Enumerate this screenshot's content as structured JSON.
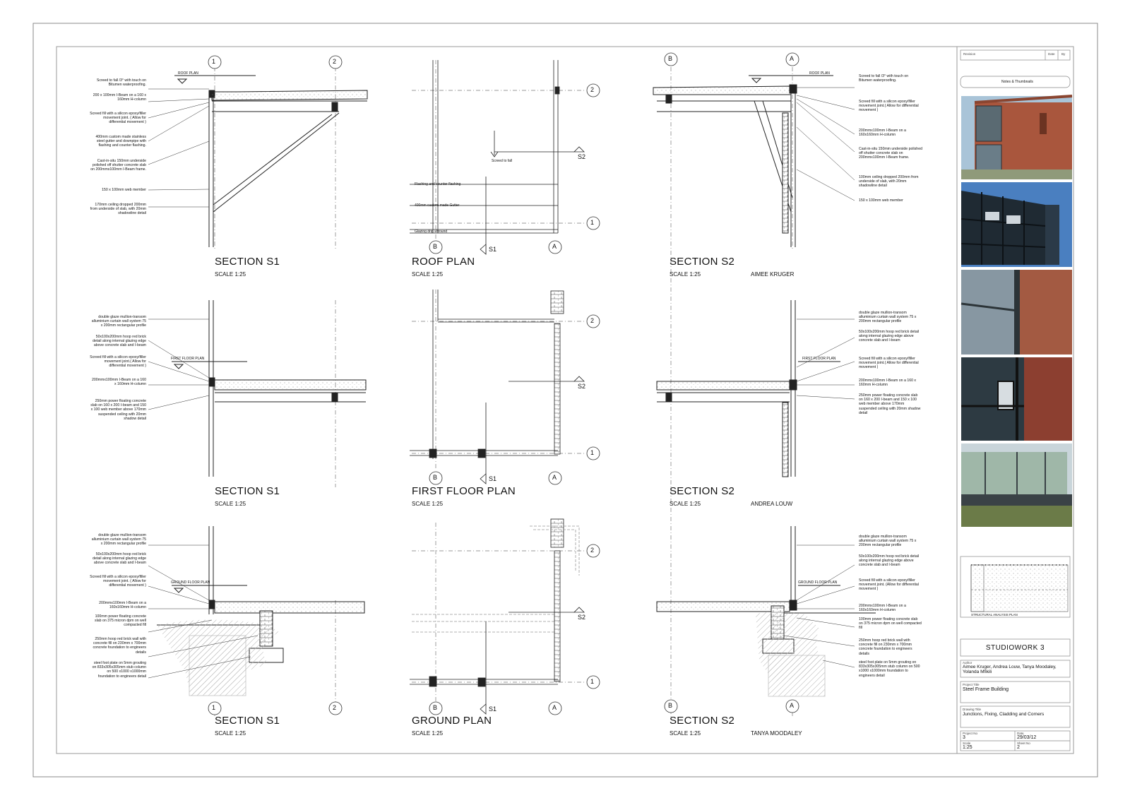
{
  "column_1": {
    "titles": [
      "SECTION S1",
      "SECTION S1",
      "SECTION S1"
    ],
    "scales": [
      "SCALE 1:25",
      "SCALE 1:25",
      "SCALE 1:25"
    ],
    "levels": [
      "ROOF PLAN",
      "FIRST FLOOR PLAN",
      "GROUND FLOOR PLAN"
    ],
    "notes_top": [
      "Screed to fall /3° with touch on Bitumen waterproofing.",
      "200 x 100mm I-Beam on a 160 x 160mm H-column",
      "Screed fill with a silicon epoxy/filler movement joint. ( Allow for differential movement )",
      "400mm custom made stainless steel gutter and downpipe with flashing and counter flashing.",
      "Cast-in-situ 150mm underside polished off shutter concrete slab on 200mmx100mm I-Beam frame.",
      "150 x 100mm web member",
      "170mm ceiling dropped 200mm from underside of slab, with 20mm shadowline detail"
    ],
    "notes_mid": [
      "double glaze mullion-transom alluminium curtain wall system 75 x 200mm rectangular profile",
      "50x100x200mm hoop red brick detail along internal glazing edge above concrete slab and I-beam",
      "Screed fill with a silicon epoxy/filler movement joint.( Allow for differential movement )",
      "200mmx100mm I-Beam on a 160 x 160mm H-column",
      "250mm power floating concrete slab on 160 x 200 I-beam and 150 x 100 web member above 170mm suspended ceiling with 20mm shadow detail"
    ],
    "notes_bot": [
      "double glaze mullion-transom alluminium curtain wall system 75 x 200mm rectangular profile",
      "50x100x200mm hoop red brick detail along internal glazing edge above concrete slab and I-beam",
      "Screed fill with a silicon epoxy/filler movement joint. ( Allow for differential movement )",
      "200mmx100mm I-Beam on a 160x160mm H-column",
      "100mm power floating concrete slab on 375 micron dpm on well compacted fill",
      "250mm hoop red brick wall with concrete fill on 230mm x 700mm concrete foundation to engineers details",
      "steel foot plate on 5mm grouting on 833x305x305mm stub column on 500 x1000 x1000mm foundation to engineers detail"
    ]
  },
  "column_2": {
    "titles": [
      "ROOF PLAN",
      "FIRST FLOOR PLAN",
      "GROUND PLAN"
    ],
    "scales": [
      "SCALE 1:25",
      "SCALE 1:25",
      "SCALE 1:25"
    ],
    "notes": [
      "Screed to fall",
      "Flashing and counter flashing",
      "400mm custom made Gutter",
      "Glazing drip shround"
    ],
    "section_marks": [
      "S1",
      "S2"
    ]
  },
  "column_3": {
    "titles": [
      "SECTION S2",
      "SECTION S2",
      "SECTION S2"
    ],
    "scales": [
      "SCALE 1:25",
      "SCALE 1:25",
      "SCALE 1:25"
    ],
    "authors": [
      "AIMEE KRUGER",
      "ANDREA LOUW",
      "TANYA MOODALEY"
    ],
    "levels": [
      "ROOF PLAN",
      "FIRST FLOOR PLAN",
      "GROUND FLOOR PLAN"
    ],
    "notes_top": [
      "Screed to fall /3° with touch on Bitumen waterproofing.",
      "Screed fill with a silicon epoxy/filler movement joint.( Allow for differential movement )",
      "200mmx100mm I-Beam on a 160x160mm H-column",
      "Cast-in-situ 150mm underside polished off shutter concrete slab on 200mmx100mm I-Beam frame.",
      "100mm ceiling dropped 200mm from underside of slab, with 20mm shadowline detail",
      "150 x 100mm web member"
    ],
    "notes_mid": [
      "double glaze mullion-transom alluminium curtain wall system 75 x 200mm rectangular profile",
      "50x100x200mm hoop red brick detail along internal glazing edge above concrete slab and I-beam",
      "Screed fill with a silicon epoxy/filler movement joint.( Allow for differential movement )",
      "200mmx100mm I-Beam on a 160 x 160mm H-column",
      "250mm power floating concrete slab on 160 x 200 I-beam and 150 x 100 web member above 170mm suspended ceiling with 20mm shadow detail"
    ],
    "notes_bot": [
      "double glaze mullion-transom alluminium curtain wall system 75 x 200mm rectangular profile",
      "50x100x200mm hoop red brick detail along internal glazing edge above concrete slab and I-beam",
      "Screed fill with a silicon epoxy/filler movement joint. (Allow for differential movement )",
      "200mmx100mm I-Beam on a 160x160mm H-column",
      "100mm power floating concrete slab on 375 micron dpm on well compacted fill",
      "250mm hoop red brick wall with concrete fill on 230mm x 700mm concrete foundation to engineers details",
      "steel foot plate on 5mm grouting on 833x305x305mm stub column on 500 x1000 x1000mm foundation to engineers detail"
    ]
  },
  "grid_labels": {
    "one": "1",
    "two": "2",
    "a": "A",
    "b": "B"
  },
  "title_block": {
    "revision_label": "Revision",
    "date_label": "Date",
    "by_label": "By",
    "notes_thumbnails": "Notes & Thumbnails",
    "structural_plan": "STRUCTURAL ANALYSIS PLAN",
    "studiowork": "STUDIOWORK 3",
    "author_label": "Author",
    "author_value": "Aimee Kruger, Andrea Louw, Tanya Moodaley, Yolanda Mfikili",
    "project_title_label": "Project Title",
    "project_title_value": "Steel Frame Building",
    "drawing_title_label": "Drawing Title",
    "drawing_title_value": "Junctions, Fixing, Cladding and Corners",
    "project_no_label": "Project No",
    "project_no_value": "3",
    "date_field_label": "Date",
    "date_value": "29/03/12",
    "scale_label": "Scale",
    "scale_value": "1:25",
    "sheet_no_label": "Sheet No",
    "sheet_no_value": "2"
  }
}
